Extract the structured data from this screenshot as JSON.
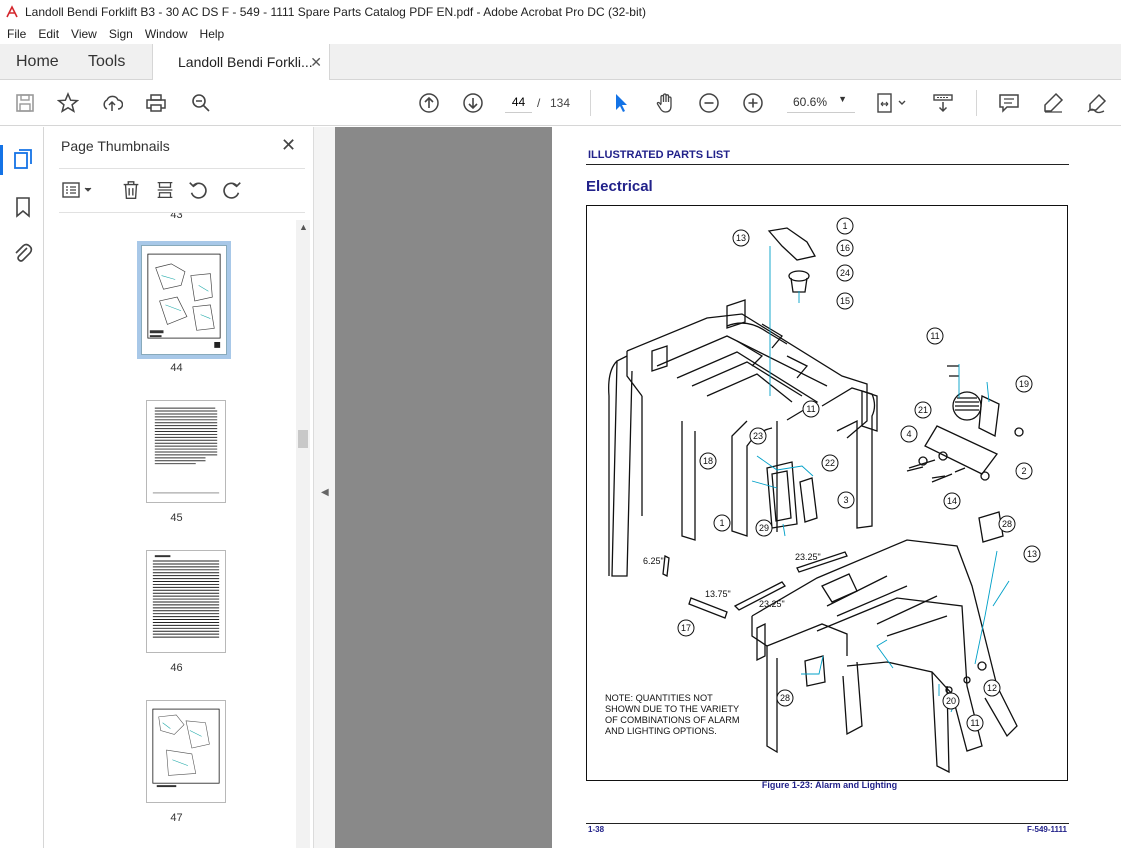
{
  "window": {
    "title": "Landoll Bendi Forklift B3 - 30 AC DS  F - 549 - 1111 Spare Parts Catalog PDF EN.pdf - Adobe Acrobat Pro DC (32-bit)"
  },
  "menu": [
    "File",
    "Edit",
    "View",
    "Sign",
    "Window",
    "Help"
  ],
  "tabs": {
    "home": "Home",
    "tools": "Tools",
    "document": "Landoll Bendi Forkli...",
    "close_glyph": "✕"
  },
  "toolbar": {
    "current_page": "44",
    "separator": "/",
    "total_pages": "134",
    "zoom": "60.6%",
    "icons": [
      "save-icon",
      "bookmark-star-icon",
      "upload-icon",
      "print-icon",
      "zoom-search-icon",
      "page-up-icon",
      "page-down-icon",
      "select-arrow-icon",
      "hand-icon",
      "zoom-out-icon",
      "zoom-in-icon",
      "fit-page-icon",
      "scroll-mode-icon",
      "comment-icon",
      "highlight-icon",
      "sign-icon"
    ]
  },
  "panel": {
    "title": "Page Thumbnails",
    "close_glyph": "✕",
    "partial_label": "43",
    "thumbnails": [
      {
        "label": "44",
        "selected": true
      },
      {
        "label": "45",
        "selected": false
      },
      {
        "label": "46",
        "selected": false
      },
      {
        "label": "47",
        "selected": false
      }
    ]
  },
  "document": {
    "header": "ILLUSTRATED PARTS LIST",
    "section": "Electrical",
    "caption": "Figure 1-23:  Alarm and Lighting",
    "footer_left": "1-38",
    "footer_right": "F-549-1111",
    "note_lines": [
      "NOTE: QUANTITIES NOT",
      "SHOWN DUE TO THE VARIETY",
      "OF COMBINATIONS OF ALARM",
      "AND LIGHTING OPTIONS."
    ],
    "callouts": [
      "1",
      "13",
      "16",
      "24",
      "15",
      "11",
      "19",
      "21",
      "4",
      "2",
      "14",
      "23",
      "11",
      "18",
      "22",
      "3",
      "1",
      "29",
      "28",
      "13",
      "12",
      "20",
      "11",
      "28",
      "17"
    ],
    "dimensions": [
      "6.25\"",
      "23.25\"",
      "13.75\"",
      "23.25\""
    ]
  },
  "colors": {
    "accent": "#1473e6",
    "pdf_blue": "#22228a",
    "canvas_gray": "#898989",
    "leader_cyan": "#00a0c8"
  }
}
